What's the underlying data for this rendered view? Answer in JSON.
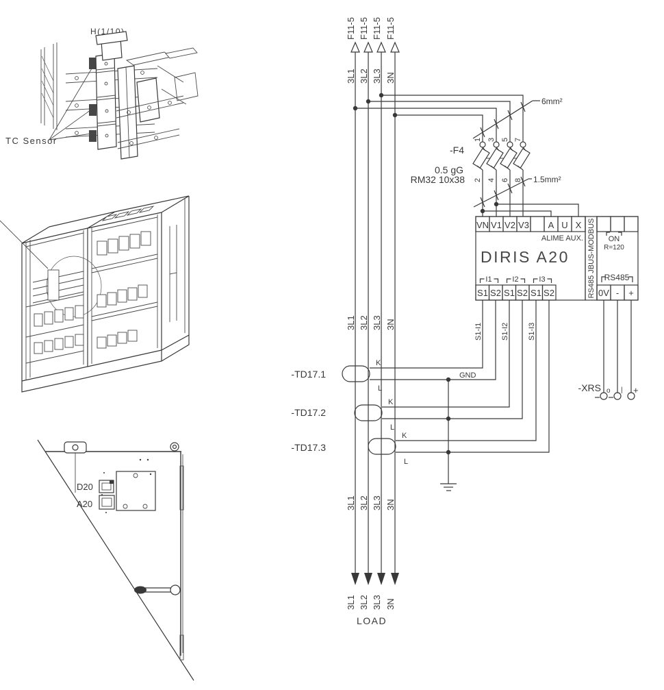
{
  "page": {
    "background": "#ffffff",
    "ink": "#383838"
  },
  "detail_view": {
    "title": "H(1/10)",
    "sensor_label": "TC Sensor"
  },
  "door_view": {
    "display1": "D20",
    "display2": "A20"
  },
  "schematic": {
    "feeder_label": "F11-5",
    "phases": [
      "3L1",
      "3L2",
      "3L3",
      "3N"
    ],
    "load_label": "LOAD",
    "gauge_main": "6mm²",
    "gauge_aux": "1.5mm²",
    "fuse": {
      "tag": "-F4",
      "rating": "0.5 gG",
      "model": "RM32 10x38",
      "poles_top": [
        "1",
        "3",
        "5",
        "7"
      ],
      "poles_bottom": [
        "2",
        "4",
        "6",
        "8"
      ]
    },
    "meter": {
      "title": "DIRIS A20",
      "aux_label": "ALIME AUX.",
      "top_terminals": [
        "VN",
        "V1",
        "V2",
        "V3",
        "",
        "A",
        "U",
        "X"
      ],
      "current_groups": [
        "I1",
        "I2",
        "I3"
      ],
      "bottom_terminals": [
        "S1",
        "S2",
        "S1",
        "S2",
        "S1",
        "S2"
      ],
      "comm_side_label": "RS485 JBUS-MODBUS",
      "term_on": "ON",
      "term_resistor": "R=120",
      "term_bus": "RS485",
      "comm_terminals": [
        "0V",
        "-",
        "+"
      ]
    },
    "cts": {
      "tags": [
        "-TD17.1",
        "-TD17.2",
        "-TD17.3"
      ],
      "k": "K",
      "l": "L",
      "wire_tags": [
        "S1-I1",
        "S1-I2",
        "S1-I3"
      ],
      "gnd": "GND"
    },
    "xrs": {
      "tag": "-XRS",
      "marks": [
        "o",
        "|",
        "+"
      ]
    }
  }
}
